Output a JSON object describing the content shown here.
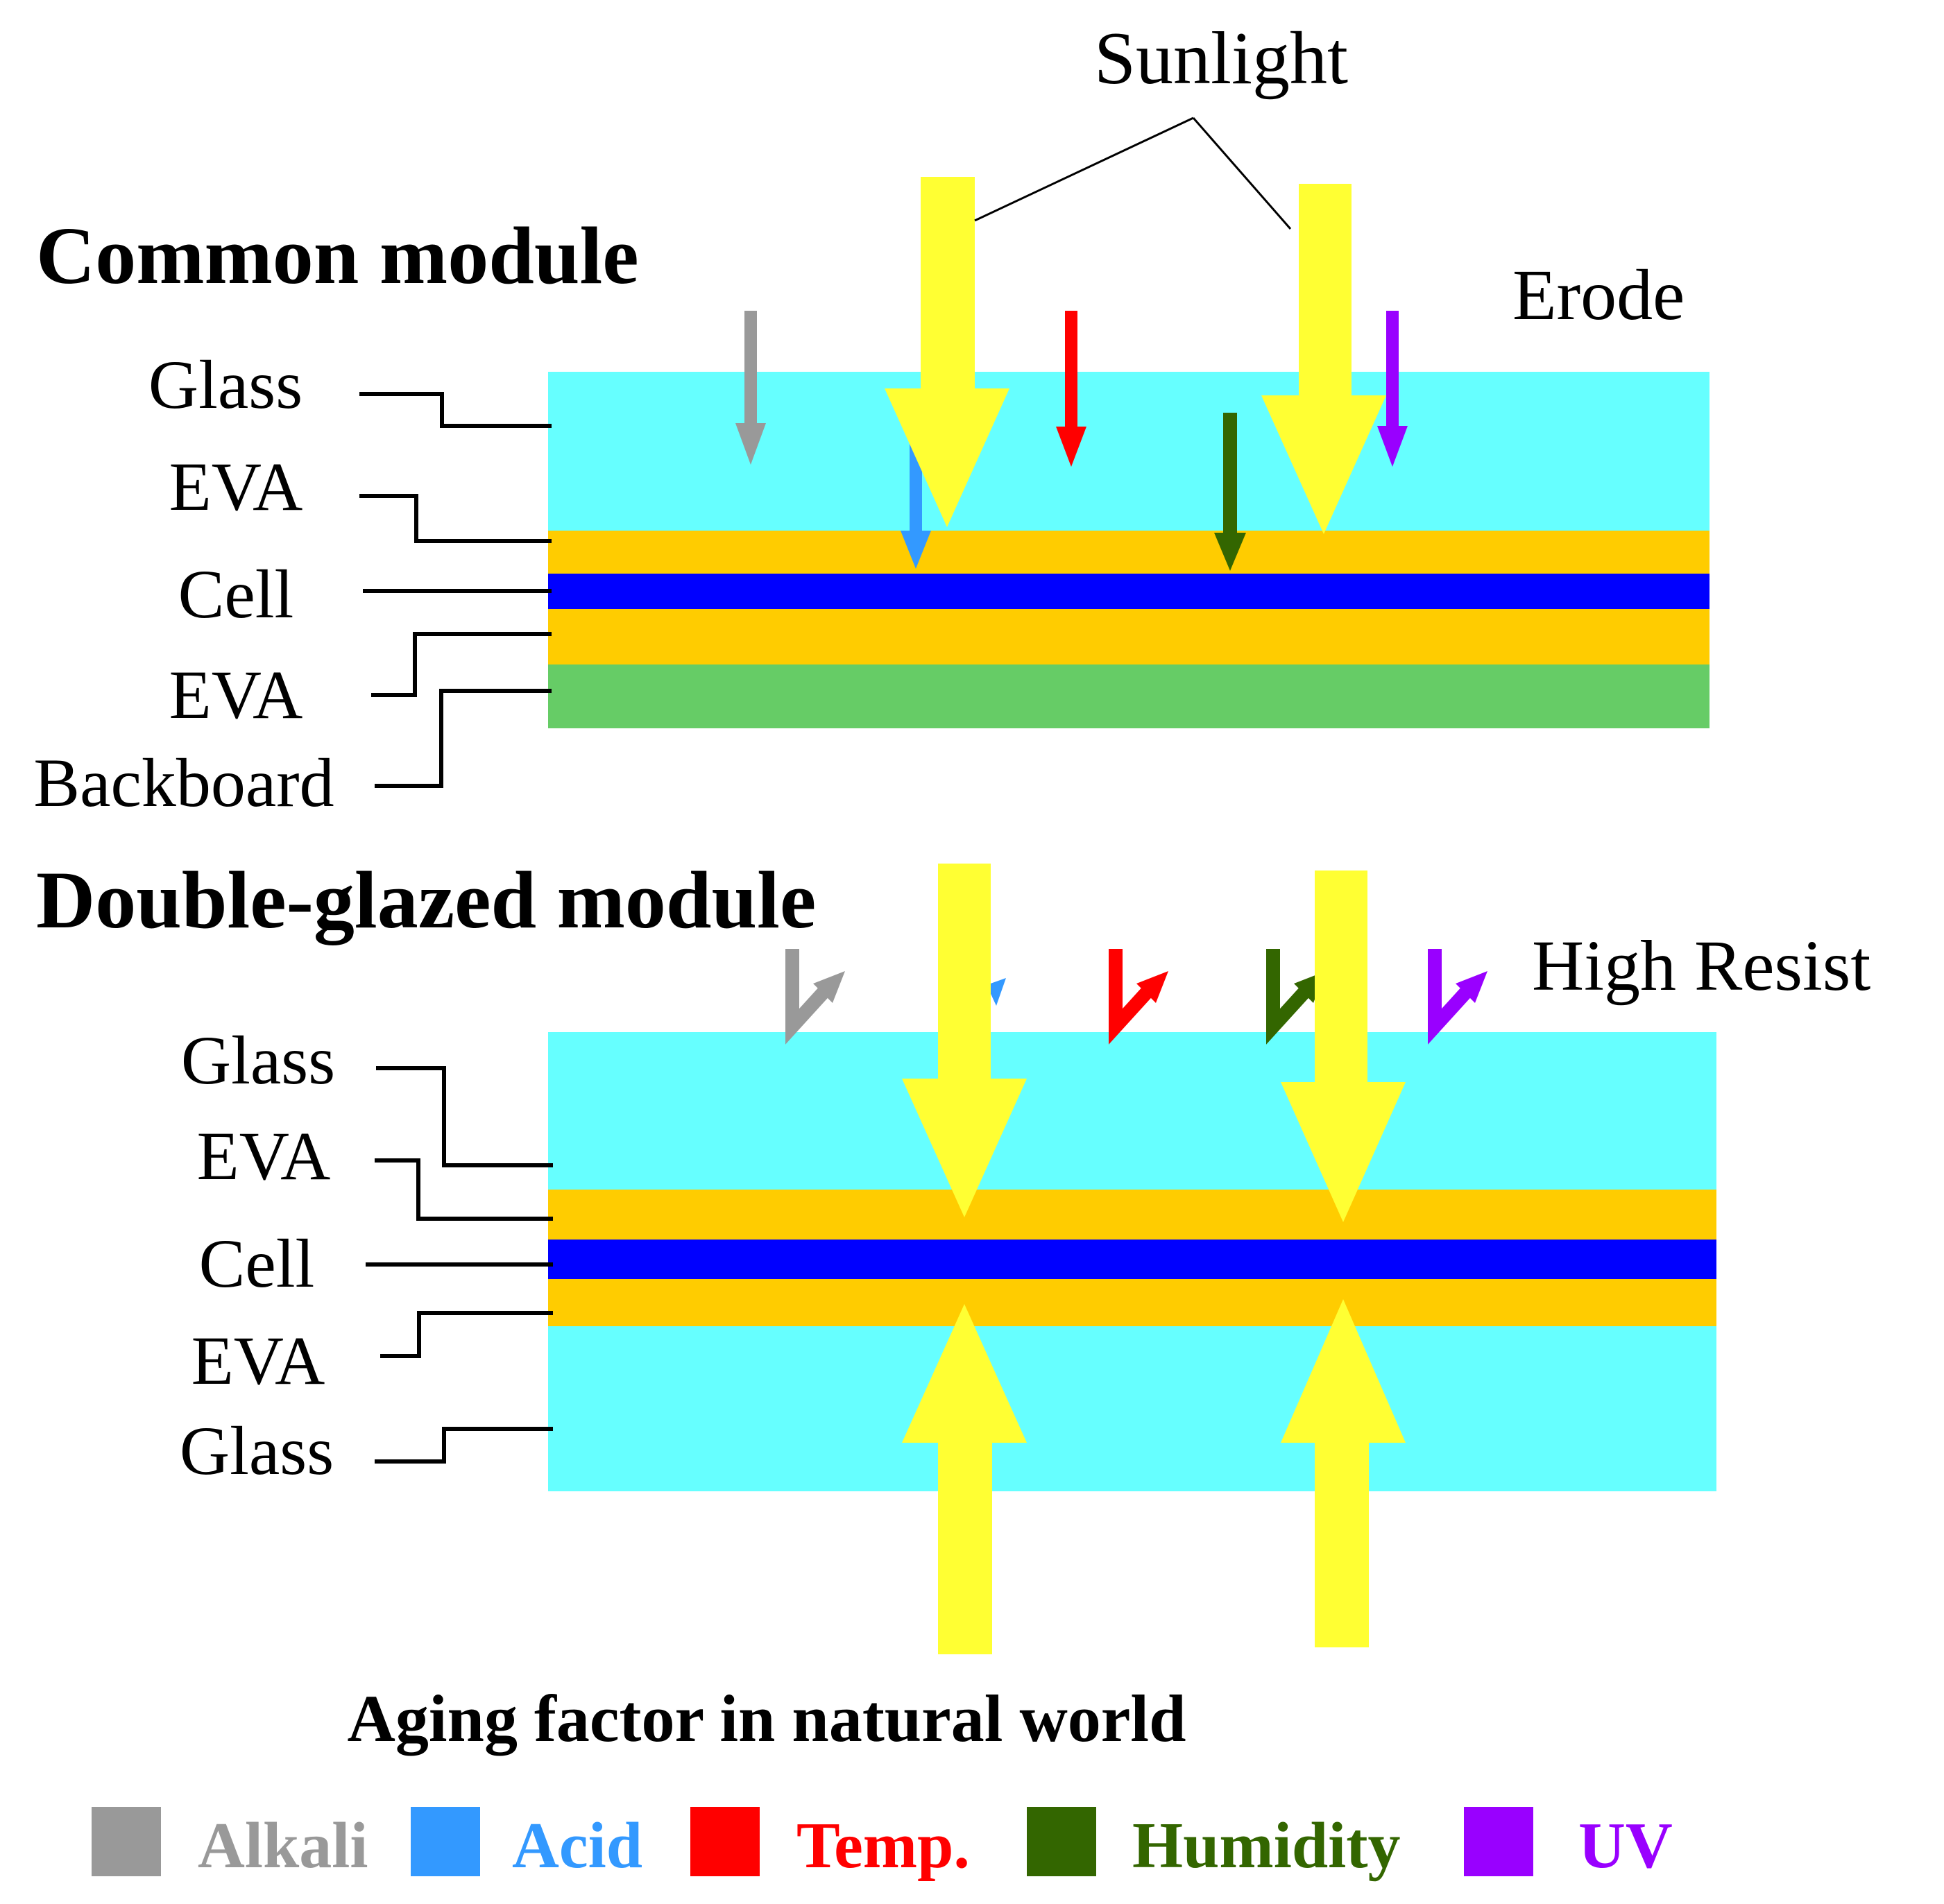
{
  "sunlight_label": "Sunlight",
  "common": {
    "title": "Common module",
    "status": "Erode",
    "layers": [
      "Glass",
      "EVA",
      "Cell",
      "EVA",
      "Backboard"
    ]
  },
  "double": {
    "title": "Double-glazed module",
    "status": "High Resist",
    "layers": [
      "Glass",
      "EVA",
      "Cell",
      "EVA",
      "Glass"
    ]
  },
  "caption": "Aging factor in natural world",
  "legend": [
    {
      "label": "Alkali",
      "color": "#999999"
    },
    {
      "label": "Acid",
      "color": "#3399ff"
    },
    {
      "label": "Temp.",
      "color": "#ff0000"
    },
    {
      "label": "Humidity",
      "color": "#336600"
    },
    {
      "label": "UV",
      "color": "#9900ff"
    }
  ],
  "layer_colors": {
    "glass": "#66ffff",
    "eva": "#ffcc00",
    "cell": "#0000ff",
    "backboard": "#66cc66",
    "sunlight": "#ffff33"
  }
}
